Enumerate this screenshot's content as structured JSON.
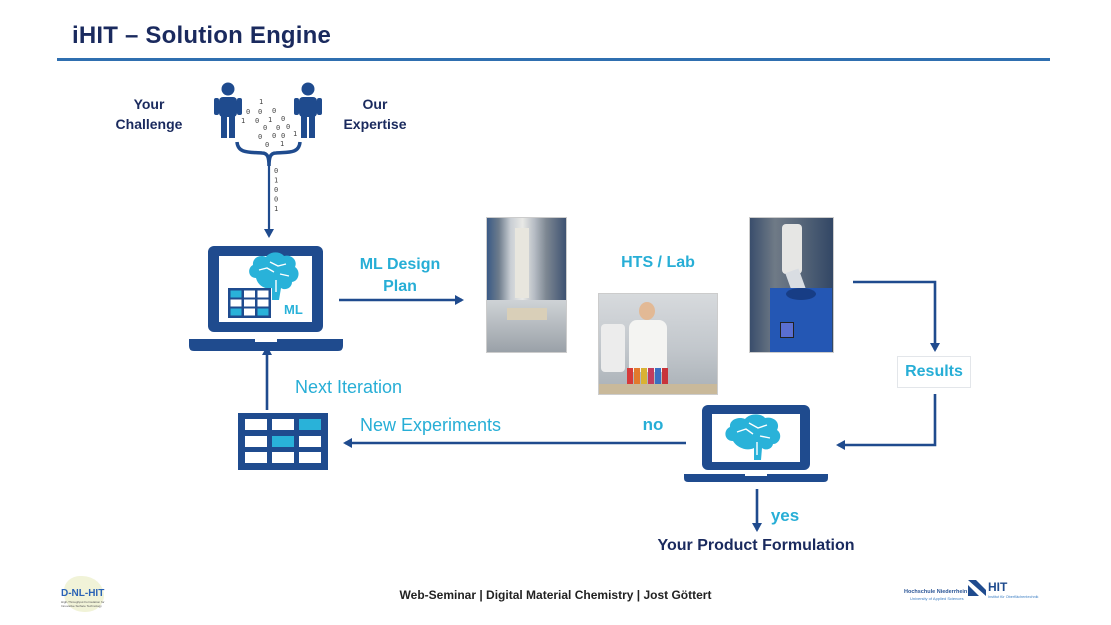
{
  "header": {
    "title": "iHIT – Solution Engine"
  },
  "people": {
    "left_label_line1": "Your",
    "left_label_line2": "Challenge",
    "right_label_line1": "Our",
    "right_label_line2": "Expertise",
    "scattered_bits": [
      "1",
      "0",
      "0",
      "0",
      "1",
      "0",
      "1",
      "0",
      "0",
      "0",
      "0",
      "0",
      "0",
      "0",
      "1",
      "0",
      "1"
    ],
    "stream_bits": [
      "0",
      "1",
      "0",
      "0",
      "1"
    ]
  },
  "flow": {
    "ml_design_line1": "ML Design",
    "ml_design_line2": "Plan",
    "hts_lab": "HTS / Lab",
    "results": "Results",
    "no": "no",
    "yes": "yes",
    "new_experiments": "New Experiments",
    "next_iteration": "Next Iteration",
    "product": "Your Product Formulation",
    "ml_badge": "ML"
  },
  "footer": {
    "text": "Web-Seminar | Digital Material Chemistry | Jost Göttert",
    "logo_left_text": "D-NL-HIT",
    "logo_left_sub": "High-Throughput Formulation for Innovative Surface Technology",
    "logo_right_org": "Hochschule Niederrhein",
    "logo_right_org_sub": "University of Applied Sciences",
    "logo_right_hit": "HIT",
    "logo_right_hit_sub": "Institut für Oberflächentechnik"
  },
  "colors": {
    "navy": "#1f4b8e",
    "dark_text": "#1a2a5e",
    "cyan": "#27aed6",
    "rule": "#2f6fb0"
  }
}
